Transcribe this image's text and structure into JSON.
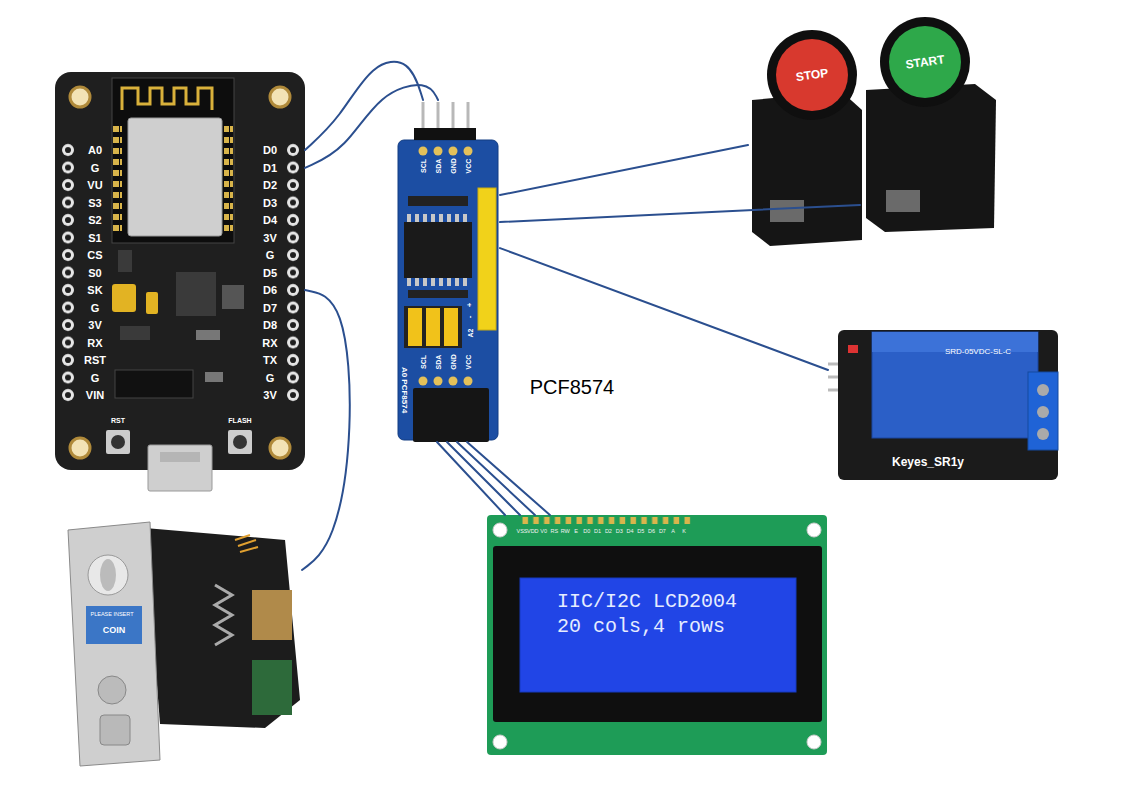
{
  "diagram": {
    "nodes": [
      {
        "text": [
          "A0",
          "G",
          "VU",
          "S3",
          "S2",
          "S1",
          "CS",
          "S0",
          "SK",
          "G",
          "3V",
          "RX",
          "RST",
          "G",
          "VIN",
          "D0",
          "D1",
          "D2",
          "D3",
          "D4",
          "3V",
          "G",
          "D5",
          "D6",
          "D7",
          "D8",
          "RX",
          "TX",
          "G",
          "3V",
          "RST",
          "FLASH"
        ]
      },
      {
        "text": [
          "SCL",
          "SDA",
          "GND",
          "VCC",
          "+",
          "-",
          "A2",
          "SCL",
          "SDA",
          "GND",
          "VCC",
          "A0 PCF8574",
          "PCF8574"
        ]
      },
      {
        "text": [
          "STOP"
        ]
      },
      {
        "text": [
          "START"
        ]
      },
      {
        "text": [
          "SRD-05VDC-SL-C",
          "Keyes_SR1y"
        ]
      },
      {
        "text": [
          "VSS",
          "VDD",
          "V0",
          "RS",
          "RW",
          "E",
          "D0",
          "D1",
          "D2",
          "D3",
          "D4",
          "D5",
          "D6",
          "D7",
          "A",
          "K",
          "IIC/I2C LCD2004",
          "20 cols,4 rows"
        ]
      },
      {
        "text": [
          "PLEASE INSERT",
          "COIN"
        ]
      }
    ],
    "edges": [
      {
        "from": 0,
        "to": 1,
        "arrow": "none"
      },
      {
        "from": 0,
        "to": 1,
        "arrow": "none"
      },
      {
        "from": 1,
        "to": 2,
        "arrow": "none"
      },
      {
        "from": 1,
        "to": 3,
        "arrow": "none"
      },
      {
        "from": 1,
        "to": 4,
        "arrow": "none"
      },
      {
        "from": 1,
        "to": 5,
        "arrow": "none"
      },
      {
        "from": 1,
        "to": 5,
        "arrow": "none"
      },
      {
        "from": 1,
        "to": 5,
        "arrow": "none"
      },
      {
        "from": 1,
        "to": 5,
        "arrow": "none"
      },
      {
        "from": 0,
        "to": 6,
        "arrow": "none"
      }
    ]
  }
}
